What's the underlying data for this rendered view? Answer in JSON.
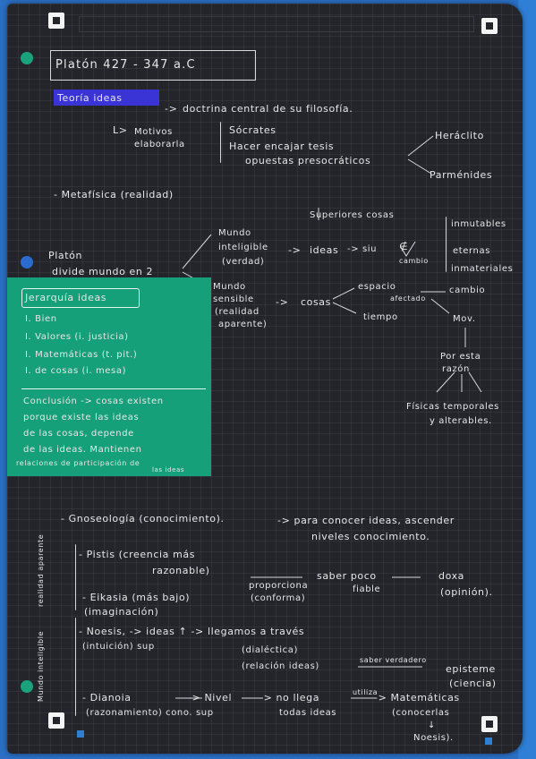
{
  "title": "Platón 427 - 347 a.C",
  "teoria": {
    "hl": "Teoría ideas",
    "arrow": "->",
    "text": "doctrina central de su filosofía."
  },
  "motivos": {
    "label1": "Motivos",
    "label2": "elaborarla",
    "items": [
      "Sócrates",
      "Hacer encajar tesis",
      "opuestas presocráticos"
    ],
    "right": [
      "Heráclito",
      "Parménides"
    ]
  },
  "metafisica": {
    "heading": "- Metafísica (realidad)"
  },
  "platon": {
    "line1": "Platón",
    "line2": "divide mundo en 2",
    "superiores": "Superiores cosas",
    "inteligible": [
      "Mundo",
      "inteligible",
      "(verdad)"
    ],
    "ideas": "ideas",
    "siu": "-> siu",
    "cambio_neg": [
      "∉",
      "cambio"
    ],
    "attrs": [
      "inmutables",
      "eternas",
      "inmateriales"
    ],
    "sensible": [
      "Mundo",
      "sensible",
      "(realidad",
      "aparente)"
    ],
    "cosas": "cosas",
    "espacio": "espacio",
    "afectado": "afectado",
    "tiempo": "tiempo",
    "cambio2": "cambio",
    "mov": "Mov.",
    "razon": [
      "Por esta",
      "razón"
    ],
    "fisicas": [
      "Físicas temporales",
      "y alterables."
    ]
  },
  "jerarquia": {
    "heading": "Jerarquía ideas",
    "items": [
      "I. Bien",
      "I. Valores (i. justicia)",
      "I. Matemáticas (t. pit.)",
      "I. de cosas (i. mesa)"
    ],
    "conclusion": [
      "Conclusión -> cosas existen",
      "porque existe las ideas",
      "de las cosas, depende",
      "de las ideas. Mantienen",
      "relaciones de participación de"
    ],
    "tiny": "las ideas"
  },
  "gnoseologia": {
    "heading": "- Gnoseología (conocimiento).",
    "text": "-> para conocer ideas, ascender",
    "text2": "niveles conocimiento.",
    "side1": "realidad aparente",
    "side2": "Mundo inteligible",
    "pistis": [
      "- Pistis (creencia más",
      "razonable)"
    ],
    "proporciona": [
      "proporciona",
      "(conforma)"
    ],
    "saber_poco": "saber poco",
    "fiable": "fiable",
    "doxa": [
      "doxa",
      "(opinión)."
    ],
    "eikasia": [
      "- Eikasia (más bajo)",
      "(imaginación)"
    ],
    "noesis": [
      "- Noesis, -> ideas ↑ -> llegamos a través",
      "(intuición) sup",
      "(dialéctica)",
      "(relación ideas)"
    ],
    "saber_verdadero": "saber verdadero",
    "episteme": [
      "episteme",
      "(ciencia)"
    ],
    "dianoia": [
      "- Dianoia",
      "-> Nivel",
      "-> no llega",
      "utiliza",
      "-> Matemáticas",
      "(razonamiento) cono. sup",
      "todas ideas",
      "(conocerlas",
      "↓",
      "Noesis)."
    ]
  }
}
